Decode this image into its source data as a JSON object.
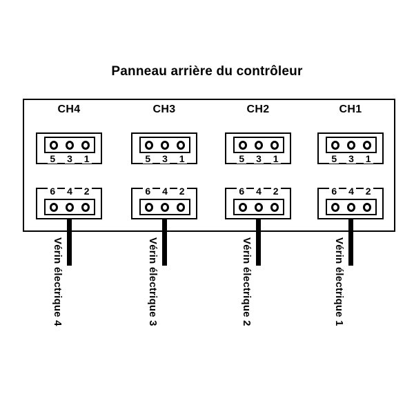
{
  "title": "Panneau arrière du contrôleur",
  "panel": {
    "channels": [
      {
        "name": "CH4",
        "top_connector": {
          "pins": [
            "5",
            "3",
            "1"
          ],
          "hole_count": 3
        },
        "bottom_connector": {
          "pins": [
            "6",
            "4",
            "2"
          ],
          "hole_count": 3
        },
        "cable_label": "Vérin électrique 4"
      },
      {
        "name": "CH3",
        "top_connector": {
          "pins": [
            "5",
            "3",
            "1"
          ],
          "hole_count": 3
        },
        "bottom_connector": {
          "pins": [
            "6",
            "4",
            "2"
          ],
          "hole_count": 3
        },
        "cable_label": "Vérin électrique 3"
      },
      {
        "name": "CH2",
        "top_connector": {
          "pins": [
            "5",
            "3",
            "1"
          ],
          "hole_count": 3
        },
        "bottom_connector": {
          "pins": [
            "6",
            "4",
            "2"
          ],
          "hole_count": 3
        },
        "cable_label": "Vérin électrique 2"
      },
      {
        "name": "CH1",
        "top_connector": {
          "pins": [
            "5",
            "3",
            "1"
          ],
          "hole_count": 3
        },
        "bottom_connector": {
          "pins": [
            "6",
            "4",
            "2"
          ],
          "hole_count": 3
        },
        "cable_label": "Vérin électrique 1"
      }
    ]
  },
  "colors": {
    "stroke": "#000000",
    "background": "#ffffff"
  }
}
